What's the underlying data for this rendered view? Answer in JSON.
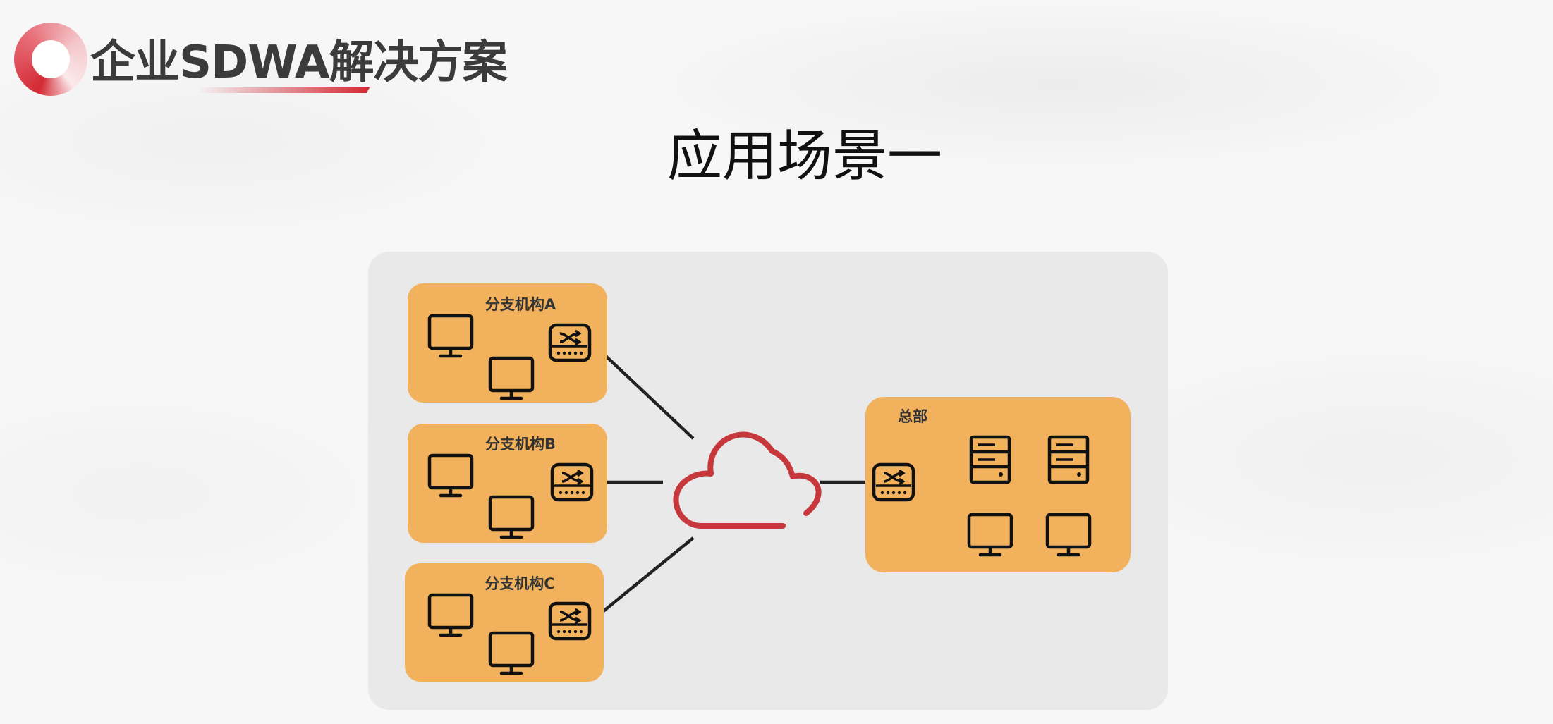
{
  "header": {
    "title": "企业SDWA解决方案"
  },
  "scene": {
    "title": "应用场景一"
  },
  "diagram": {
    "branches": [
      {
        "label": "分支机构A"
      },
      {
        "label": "分支机构B"
      },
      {
        "label": "分支机构C"
      }
    ],
    "headquarters": {
      "label": "总部"
    },
    "icons": {
      "computer": "monitor-icon",
      "router": "router-icon",
      "server": "server-icon",
      "network": "cloud-icon"
    },
    "colors": {
      "box_fill": "#f2b25d",
      "panel_fill": "#e9e9e9",
      "cloud_stroke": "#c6383c",
      "line": "#222222"
    }
  }
}
